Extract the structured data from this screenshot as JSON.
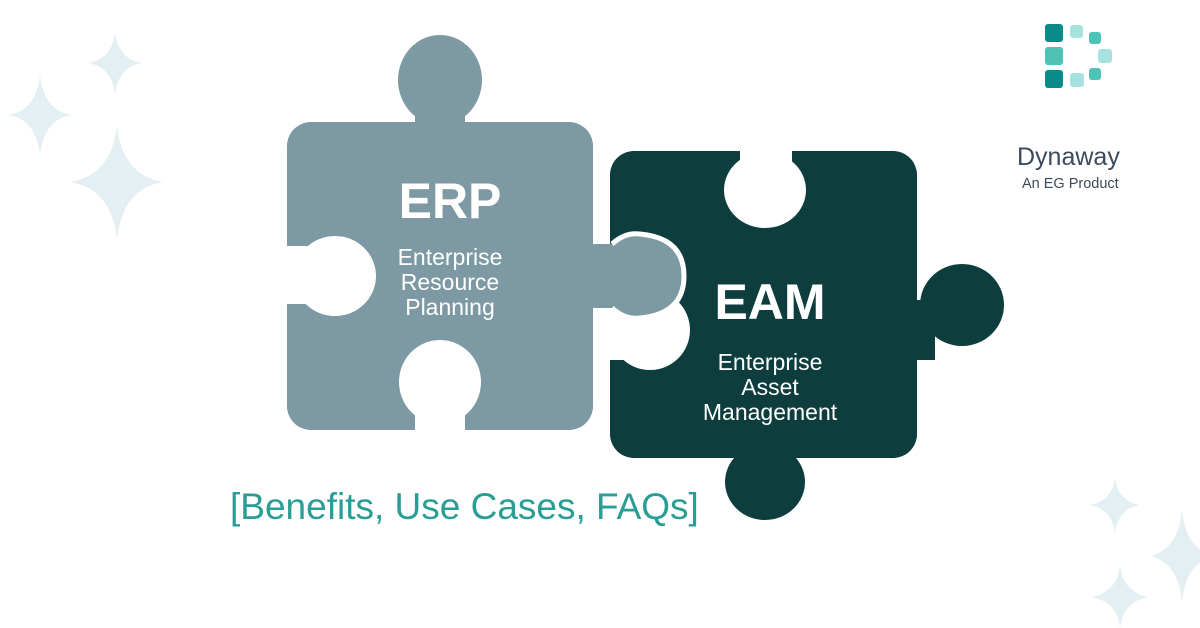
{
  "erp": {
    "acronym": "ERP",
    "lines": [
      "Enterprise",
      "Resource",
      "Planning"
    ]
  },
  "eam": {
    "acronym": "EAM",
    "lines": [
      "Enterprise",
      "Asset",
      "Management"
    ]
  },
  "tagline": "[Benefits, Use Cases, FAQs]",
  "brand": {
    "name": "Dynaway",
    "subtitle": "An EG Product"
  },
  "colors": {
    "erp": "#7d99a3",
    "eam": "#0d3d3d",
    "accent": "#2a9d94",
    "sparkle": "#e4eff3"
  }
}
